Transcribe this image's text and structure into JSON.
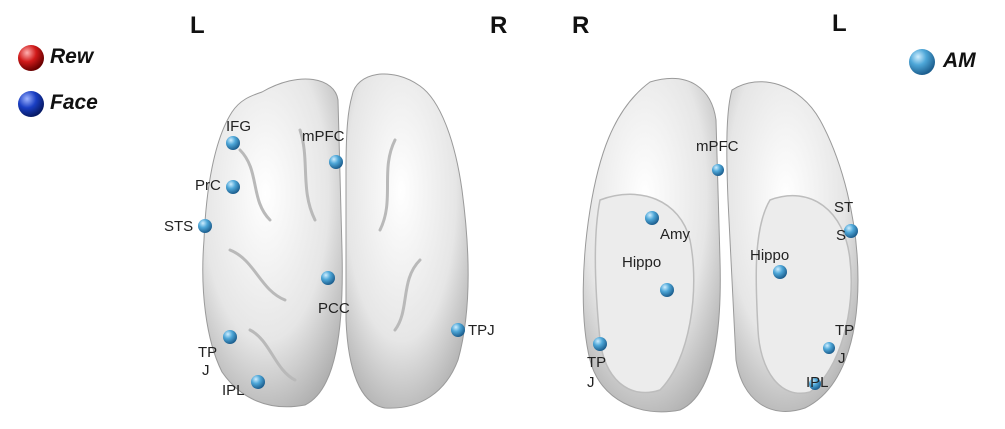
{
  "hemi_labels": {
    "left_panel_left": "L",
    "left_panel_right": "R",
    "right_panel_left": "R",
    "right_panel_right": "L"
  },
  "legend_left": [
    {
      "label": "Rew",
      "color": "#d11a1a"
    },
    {
      "label": "Face",
      "color": "#1a3fc4"
    }
  ],
  "legend_right": [
    {
      "label": "AM",
      "color": "#5aaee0"
    }
  ],
  "node_color": "#4ea7d8",
  "labels": {
    "ifg": "IFG",
    "mpfc_a": "mPFC",
    "prc": "PrC",
    "sts": "STS",
    "pcc": "PCC",
    "tpj_a_l1": "TP",
    "tpj_a_l2": "J",
    "ipl_a": "IPL",
    "tpj_b": "TPJ",
    "mpfc_b": "mPFC",
    "amy": "Amy",
    "hippo_r": "Hippo",
    "hippo_l": "Hippo",
    "sts_b_l1": "ST",
    "sts_b_l2": "S",
    "tpj_c_l1": "TP",
    "tpj_c_l2": "J",
    "tpj_d_l1": "TP",
    "tpj_d_l2": "J",
    "ipl_b": "IPL"
  }
}
